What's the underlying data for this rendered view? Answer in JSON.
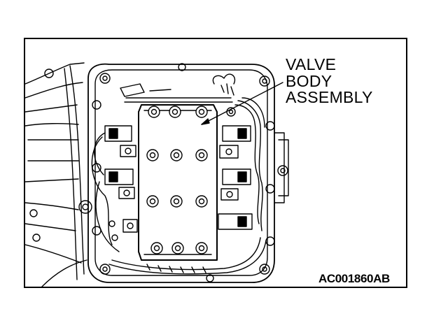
{
  "diagram": {
    "callout": {
      "line1": "VALVE",
      "line2": "BODY",
      "line3": "ASSEMBLY"
    },
    "figure_code": "AC001860AB"
  }
}
